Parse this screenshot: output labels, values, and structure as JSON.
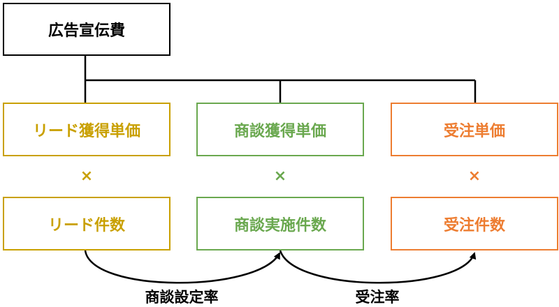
{
  "colors": {
    "root": "#000000",
    "column_a": "#C9A000",
    "column_b": "#6AA84F",
    "column_c": "#ED7D31",
    "connector": "#000000"
  },
  "root": {
    "label": "広告宣伝費"
  },
  "columns": [
    {
      "top_label": "リード獲得単価",
      "operator": "×",
      "bottom_label": "リード件数"
    },
    {
      "top_label": "商談獲得単価",
      "operator": "×",
      "bottom_label": "商談実施件数"
    },
    {
      "top_label": "受注単価",
      "operator": "×",
      "bottom_label": "受注件数"
    }
  ],
  "conversions": [
    {
      "label": "商談設定率"
    },
    {
      "label": "受注率"
    }
  ]
}
